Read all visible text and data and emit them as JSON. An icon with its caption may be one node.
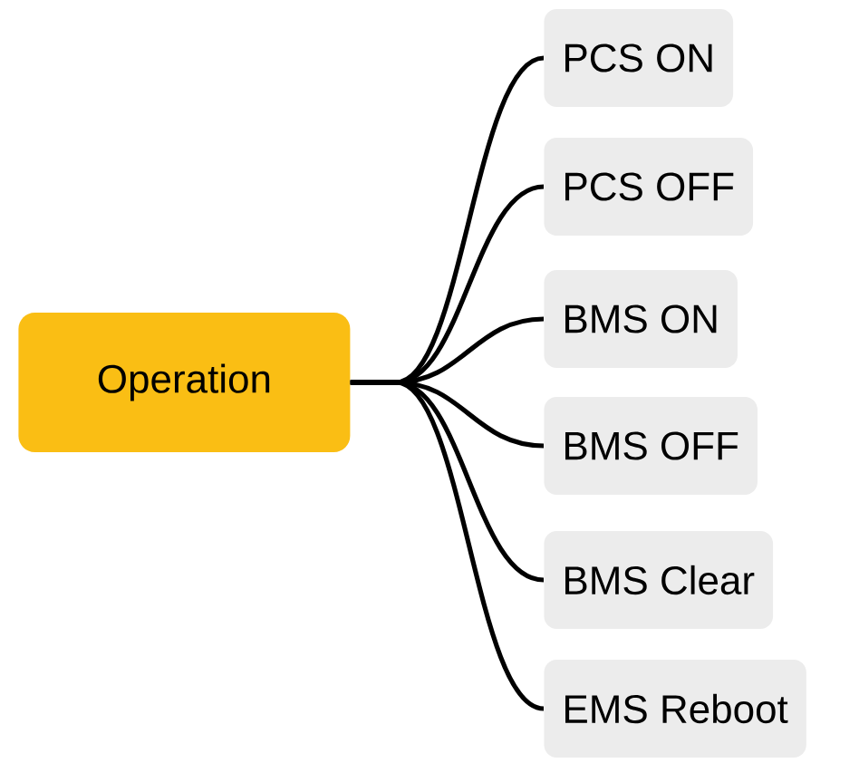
{
  "diagram": {
    "nodes": [
      {
        "text": [
          "Operation"
        ]
      },
      {
        "text": [
          "PCS ON"
        ]
      },
      {
        "text": [
          "PCS OFF"
        ]
      },
      {
        "text": [
          "BMS ON"
        ]
      },
      {
        "text": [
          "BMS OFF"
        ]
      },
      {
        "text": [
          "BMS Clear"
        ]
      },
      {
        "text": [
          "EMS Reboot"
        ]
      }
    ],
    "edges": [
      {
        "from": 0,
        "to": 1,
        "arrow": "none"
      },
      {
        "from": 0,
        "to": 2,
        "arrow": "none"
      },
      {
        "from": 0,
        "to": 3,
        "arrow": "none"
      },
      {
        "from": 0,
        "to": 4,
        "arrow": "none"
      },
      {
        "from": 0,
        "to": 5,
        "arrow": "none"
      },
      {
        "from": 0,
        "to": 6,
        "arrow": "none"
      }
    ]
  }
}
